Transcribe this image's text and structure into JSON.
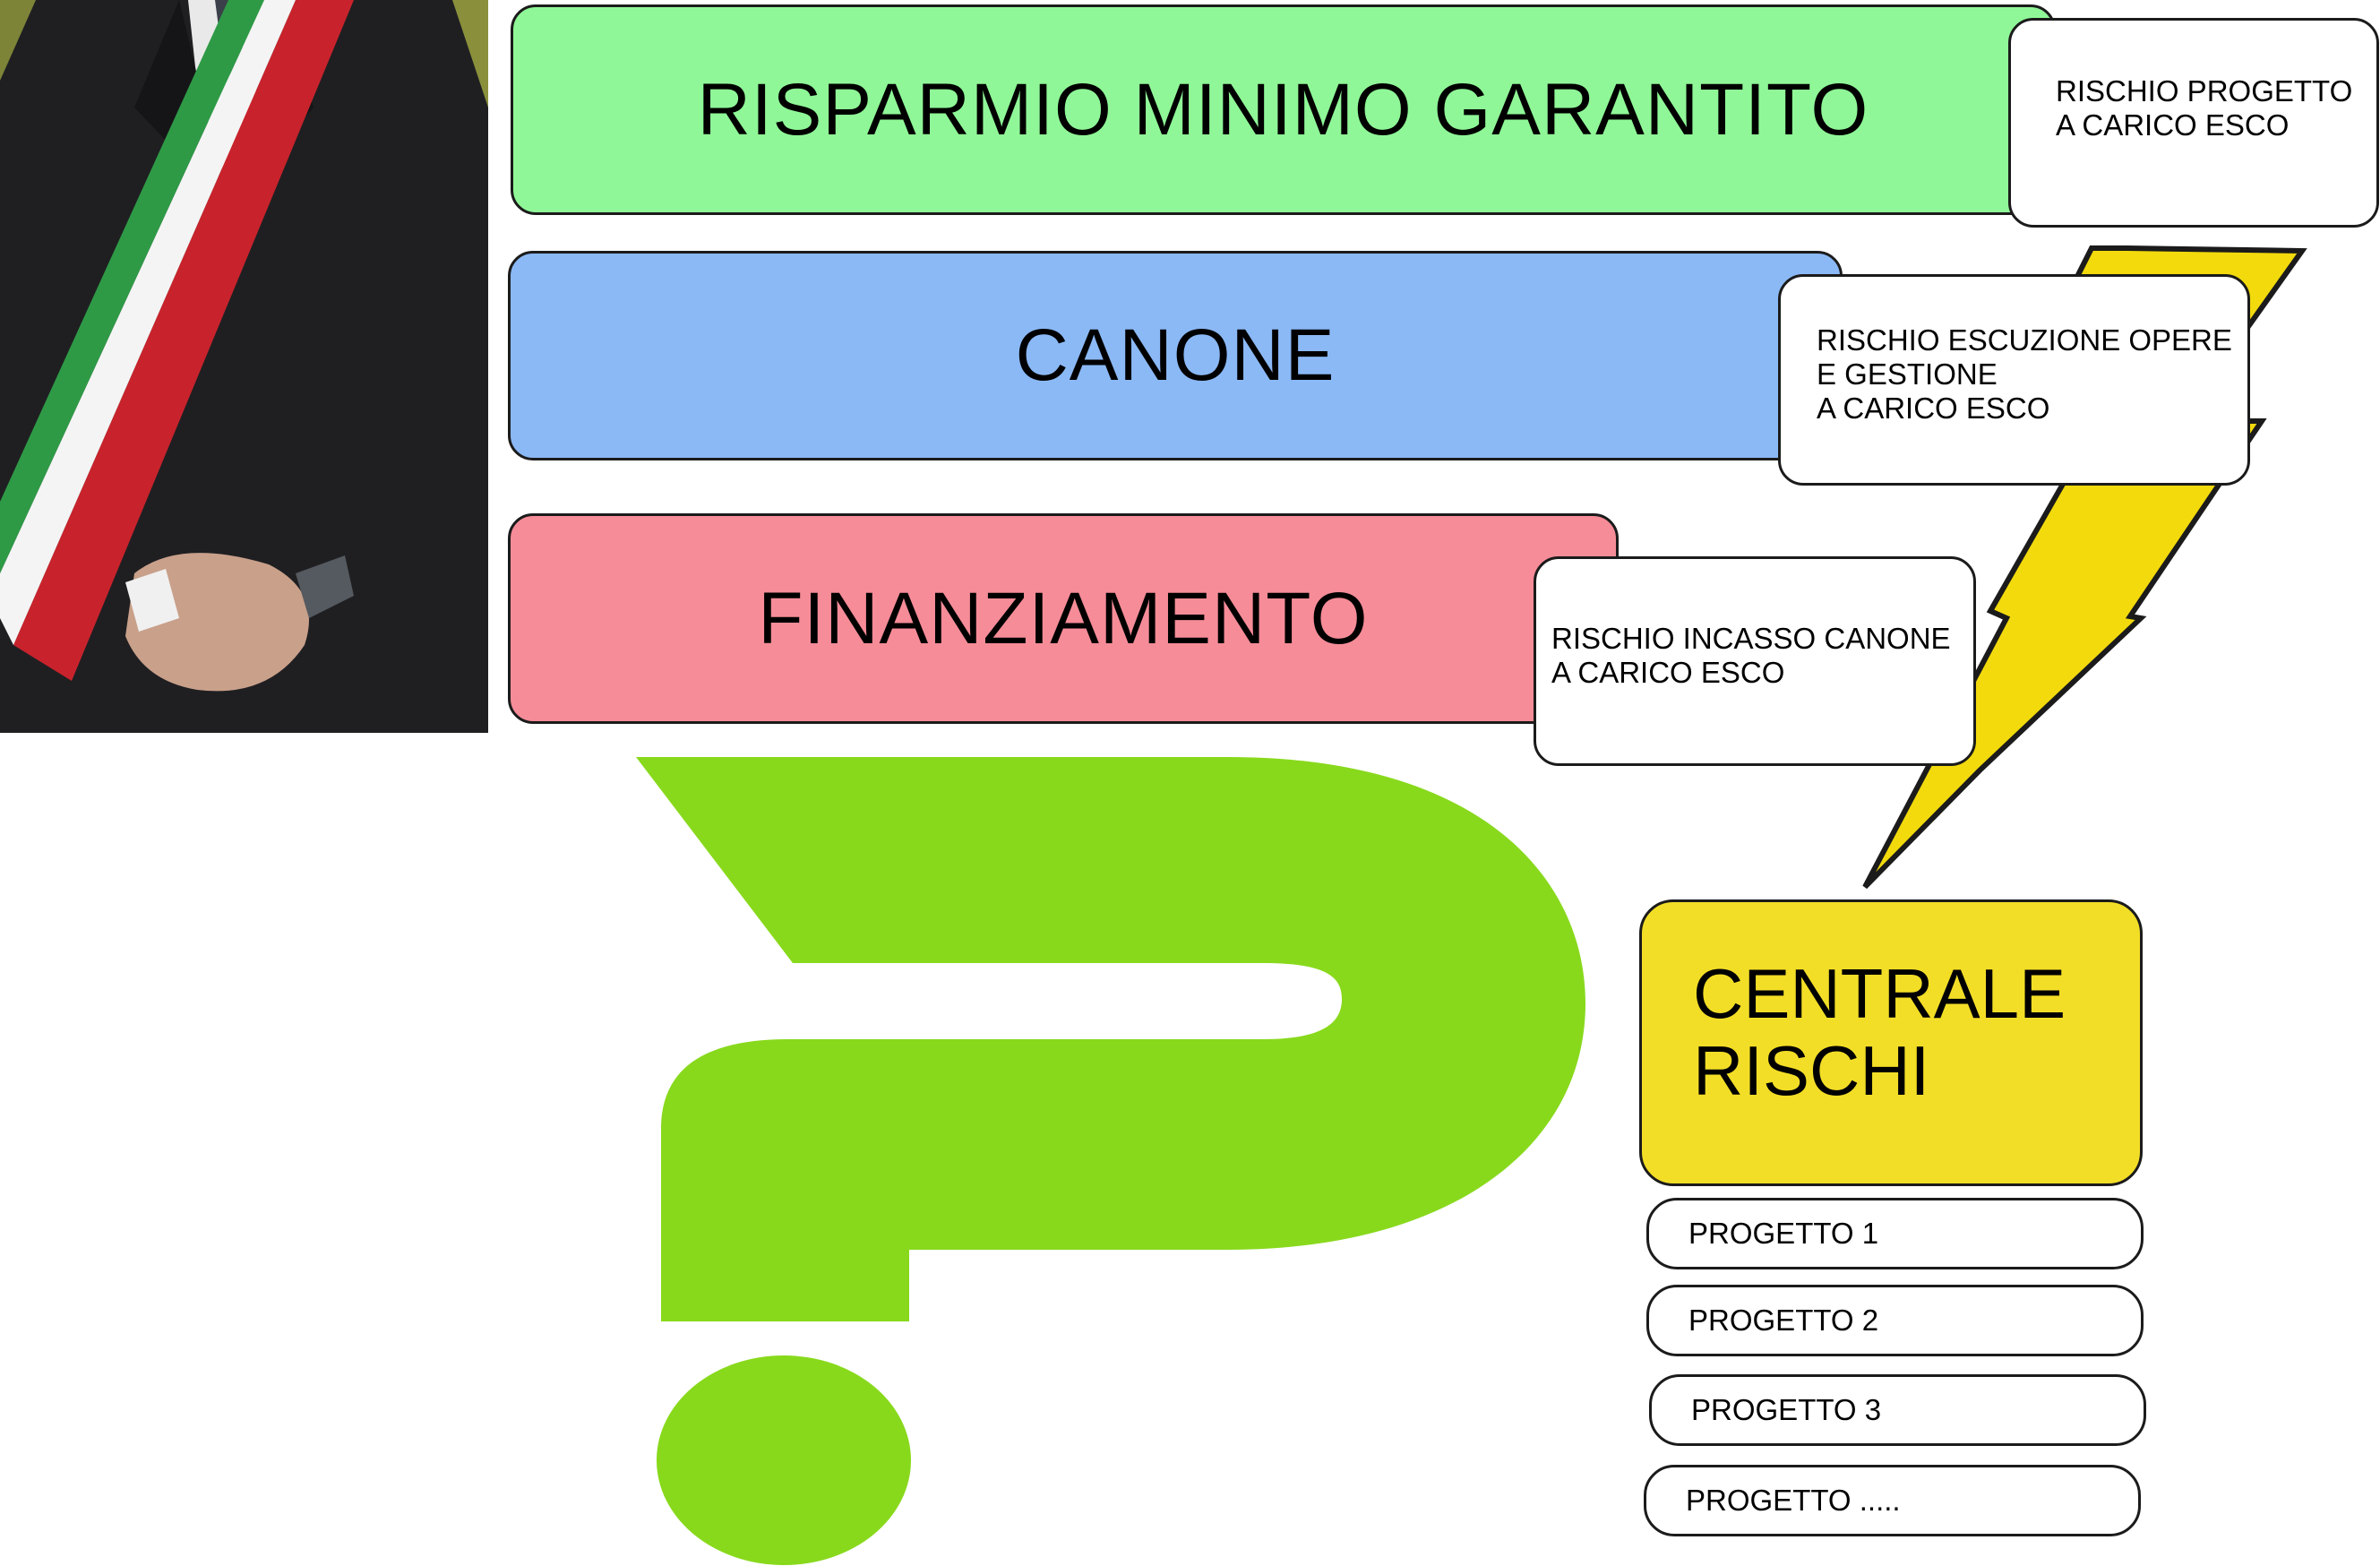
{
  "bars": {
    "green_label": "RISPARMIO MINIMO GARANTITO",
    "blue_label": "CANONE",
    "pink_label": "FINANZIAMENTO"
  },
  "risks": {
    "progetto": "RISCHIO PROGETTO\nA CARICO ESCO",
    "esecuzione": "RISCHIO ESCUZIONE OPERE\nE GESTIONE\nA CARICO ESCO",
    "incasso": "RISCHIO INCASSO CANONE\nA CARICO ESCO"
  },
  "centrale": {
    "title": "CENTRALE\nRISCHI",
    "projects": [
      "PROGETTO 1",
      "PROGETTO 2",
      "PROGETTO 3",
      "PROGETTO ....."
    ]
  },
  "colors": {
    "green_bar": "#8ff797",
    "blue_bar": "#8bb9f6",
    "pink_bar": "#f68c98",
    "centrale": "#f3de27",
    "question_mark": "#88d91c",
    "lightning": "#f2da0c"
  },
  "icons": {
    "question": "question-mark-icon",
    "lightning": "lightning-bolt-icon",
    "photo": "mayor-sash-photo"
  }
}
